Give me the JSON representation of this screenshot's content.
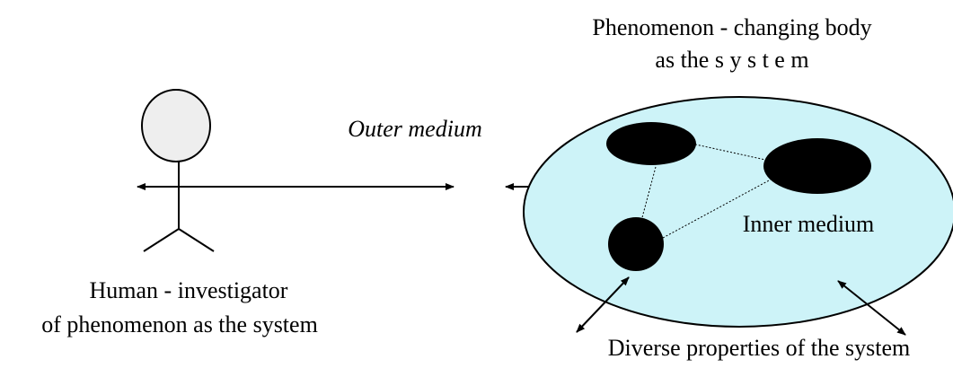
{
  "diagram": {
    "phenomenon_title_line1": "Phenomenon - changing body",
    "phenomenon_title_line2": "as  the s y s t e m",
    "outer_medium": "Outer medium",
    "inner_medium": "Inner medium",
    "human_label_line1": "Human - investigator",
    "human_label_line2": "of phenomenon as the system",
    "properties_label": "Diverse properties of the system"
  },
  "colors": {
    "system_fill": "#cdf3f8",
    "head_fill": "#eeeeee",
    "stroke": "#000000",
    "element_fill": "#000000"
  }
}
